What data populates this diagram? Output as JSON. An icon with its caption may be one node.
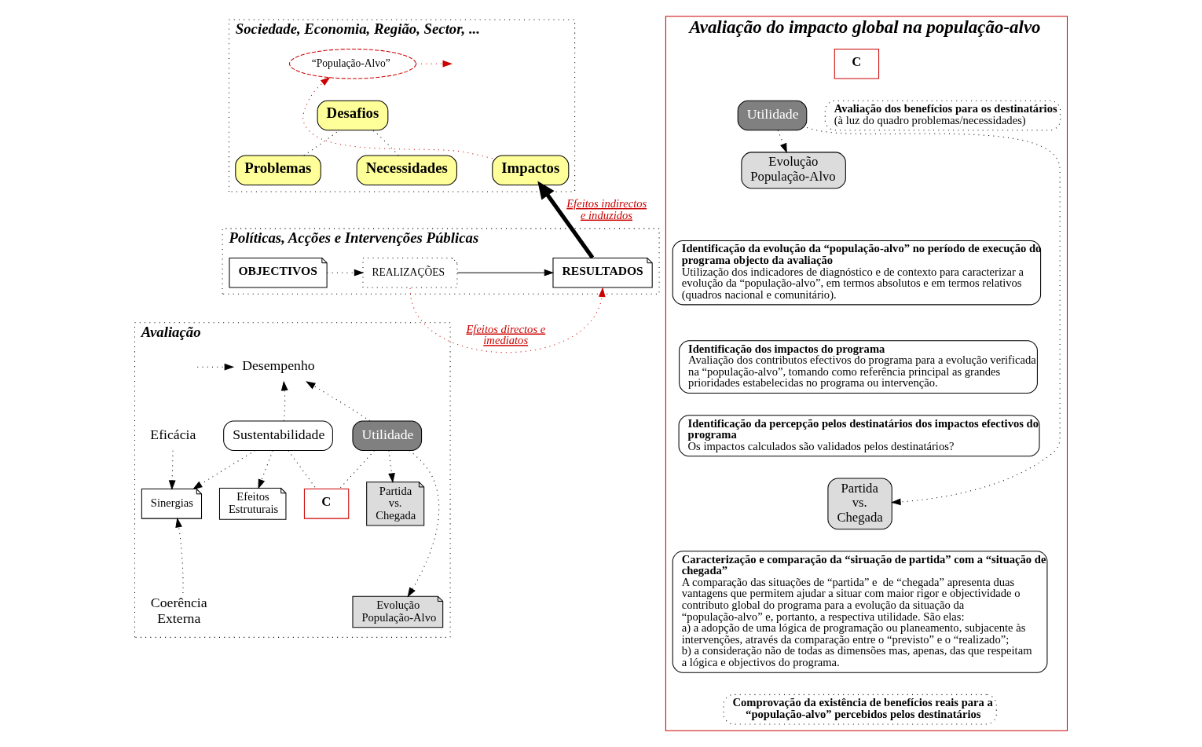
{
  "diagram": {
    "nodes": [
      {
        "text": [
          "Sociedade, Economia, Região, Sector, ..."
        ]
      },
      {
        "text": [
          "Desafios"
        ],
        "in": 0
      },
      {
        "text": [
          "Problemas"
        ],
        "in": 0
      },
      {
        "text": [
          "Necessidades"
        ],
        "in": 0
      },
      {
        "text": [
          "Impactos"
        ],
        "in": 0
      },
      {
        "text": [
          "“População-Alvo”"
        ],
        "in": 0
      },
      {
        "text": [
          "Políticas, Acções e Intervenções Públicas"
        ]
      },
      {
        "text": [
          "OBJECTIVOS"
        ],
        "in": 6
      },
      {
        "text": [
          "REALIZAÇÕES"
        ],
        "in": 6
      },
      {
        "text": [
          "RESULTADOS"
        ],
        "in": 6
      },
      {
        "text": [
          "Avaliação"
        ]
      },
      {
        "text": [
          "Desempenho"
        ],
        "in": 10
      },
      {
        "text": [
          "Eficácia"
        ],
        "in": 10
      },
      {
        "text": [
          "Sustentabilidade"
        ],
        "in": 10
      },
      {
        "text": [
          "Utilidade"
        ],
        "in": 10
      },
      {
        "text": [
          "Sinergias"
        ],
        "in": 10
      },
      {
        "text": [
          "Efeitos Estruturais"
        ],
        "in": 10
      },
      {
        "text": [
          "C"
        ],
        "in": 10
      },
      {
        "text": [
          "Partida vs. Chegada"
        ],
        "in": 10
      },
      {
        "text": [
          "Evolução População-Alvo"
        ],
        "in": 10
      },
      {
        "text": [
          "Coerência Externa"
        ],
        "in": 10
      },
      {
        "text": [
          "Avaliação do impacto global na população-alvo"
        ]
      },
      {
        "text": [
          "C"
        ],
        "in": 21
      },
      {
        "text": [
          "Utilidade"
        ],
        "in": 21
      },
      {
        "text": [
          "Avaliação dos benefícios para os destinatários",
          "(à luz do quadro problemas/necessidades)"
        ],
        "in": 21
      },
      {
        "text": [
          "Evolução População-Alvo"
        ],
        "in": 21
      },
      {
        "text": [
          "Identificação da evolução da “população-alvo” no período de execução do programa objecto da avaliação",
          "Utilização dos indicadores de diagnóstico e de contexto para caracterizar a evolução da “população-alvo”, em termos absolutos e em termos relativos (quadros nacional e comunitário)."
        ],
        "in": 21
      },
      {
        "text": [
          "Identificação dos impactos do programa",
          "Avaliação dos contributos efectivos do programa para a evolução verificada na “população-alvo”, tomando como referência principal as grandes prioridades estabelecidas no programa ou intervenção."
        ],
        "in": 21
      },
      {
        "text": [
          "Identificação da percepção pelos destinatários dos impactos efectivos do programa",
          "Os impactos calculados são validados pelos destinatários?"
        ],
        "in": 21
      },
      {
        "text": [
          "Partida vs. Chegada"
        ],
        "in": 21
      },
      {
        "text": [
          "Caracterização e comparação da “siruação de partida” com a “situação de chegada”",
          "A comparação das situações de “partida” e  de “chegada” apresenta duas vantagens que permitem ajudar a situar com maior rigor e objectividade o contributo global do programa para a evolução da situação da “população-alvo” e, portanto, a respectiva utilidade. São elas:",
          "a) a adopção de uma lógica de programação ou planeamento, subjacente às intervenções, através da comparação entre o “previsto” e o “realizado”;",
          "b) a consideração não de todas as dimensões mas, apenas, das que respeitam a lógica e objectivos do programa."
        ],
        "in": 21
      },
      {
        "text": [
          "Comprovação da existência de benefícios reais para a “população-alvo” percebidos pelos destinatários"
        ],
        "in": 21
      }
    ],
    "edges": [
      {
        "from": 2,
        "to": 1,
        "arrow": "none",
        "style": "dashed"
      },
      {
        "from": 3,
        "to": 1,
        "arrow": "none",
        "style": "dashed"
      },
      {
        "from": 5,
        "to": null,
        "arrow": "to",
        "style": "dashed",
        "color": "#cc0000"
      },
      {
        "from": 4,
        "to": 5,
        "arrow": "to",
        "style": "dashed",
        "color": "#cc0000"
      },
      {
        "from": 9,
        "to": 4,
        "arrow": "to",
        "style": "thick",
        "label": "Efeitos indirectos e induzidos"
      },
      {
        "from": 7,
        "to": 8,
        "arrow": "to",
        "style": "dashed"
      },
      {
        "from": 8,
        "to": 9,
        "arrow": "to"
      },
      {
        "from": 8,
        "to": 9,
        "arrow": "to",
        "style": "dashed",
        "color": "#cc0000",
        "label": "Efeitos directos e imediatos"
      },
      {
        "from": null,
        "to": 11,
        "arrow": "to",
        "style": "dashed"
      },
      {
        "from": 13,
        "to": 11,
        "arrow": "to",
        "style": "dashed"
      },
      {
        "from": 14,
        "to": 11,
        "arrow": "to",
        "style": "dashed"
      },
      {
        "from": 12,
        "to": 15,
        "arrow": "to",
        "style": "dashed"
      },
      {
        "from": 13,
        "to": 15,
        "arrow": "to",
        "style": "dashed"
      },
      {
        "from": 13,
        "to": 16,
        "arrow": "to",
        "style": "dashed"
      },
      {
        "from": 13,
        "to": 17,
        "arrow": "none",
        "style": "dashed"
      },
      {
        "from": 14,
        "to": 17,
        "arrow": "none",
        "style": "dashed"
      },
      {
        "from": 14,
        "to": 18,
        "arrow": "to",
        "style": "dashed"
      },
      {
        "from": 14,
        "to": 19,
        "arrow": "to",
        "style": "dashed"
      },
      {
        "from": 20,
        "to": 15,
        "arrow": "to",
        "style": "dashed"
      },
      {
        "from": 23,
        "to": 25,
        "arrow": "to",
        "style": "dashed"
      },
      {
        "from": 23,
        "to": 29,
        "arrow": "to",
        "style": "dashed"
      }
    ]
  }
}
